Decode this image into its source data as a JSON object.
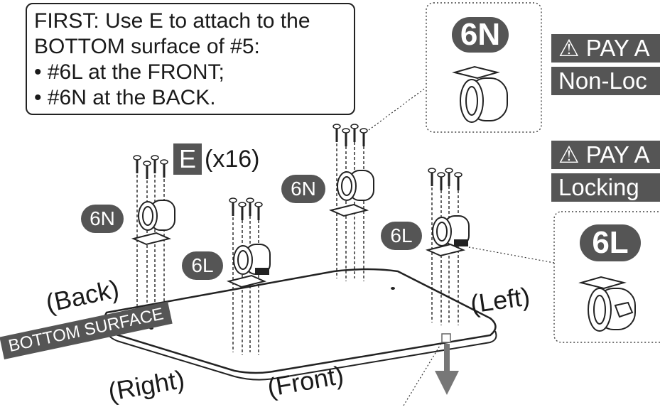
{
  "instructions": {
    "line1": "FIRST: Use E to attach to the",
    "line2": "BOTTOM surface of #5:",
    "line3": "• #6L at the FRONT;",
    "line4": "• #6N at the BACK."
  },
  "hardware": {
    "code": "E",
    "quantity": "(x16)"
  },
  "parts": {
    "non_locking_label": "6N",
    "locking_label": "6L"
  },
  "warnings": {
    "non_locking_line1": "⚠ PAY A",
    "non_locking_line2": "Non-Loc",
    "locking_line1": "⚠ PAY A",
    "locking_line2": "Locking"
  },
  "orientation": {
    "back": "(Back)",
    "left": "(Left)",
    "right": "(Right)",
    "front": "(Front)",
    "surface": "BOTTOM SURFACE"
  },
  "colors": {
    "badge": "#555555",
    "line": "#222222"
  }
}
